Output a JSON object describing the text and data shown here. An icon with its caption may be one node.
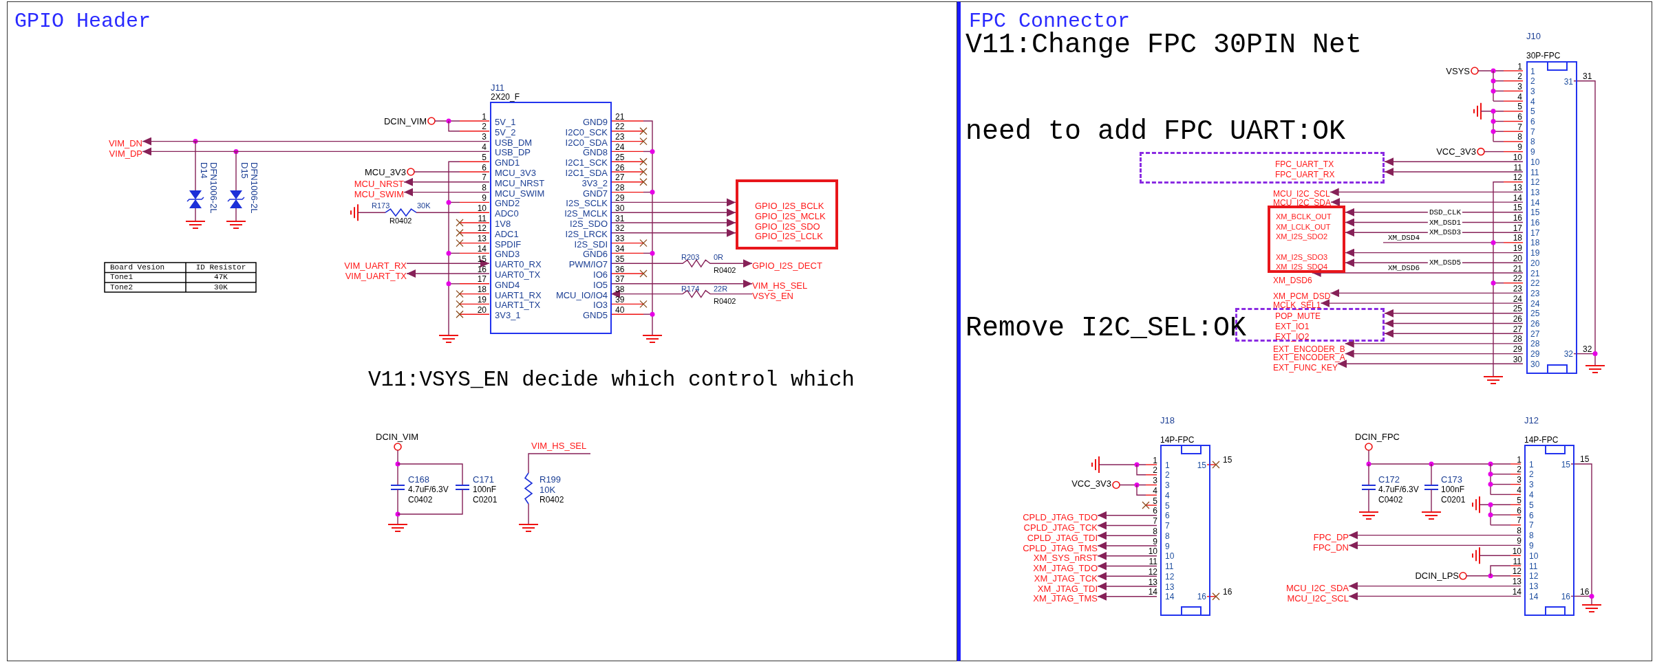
{
  "diagram": {
    "nodes": [
      {
        "text": [
          "GPIO Header"
        ]
      },
      {
        "text": [
          "FPC Connector"
        ]
      },
      {
        "text": [
          "J11",
          "2X20_F",
          "5V_1",
          "5V_2",
          "USB_DM",
          "USB_DP",
          "GND1",
          "MCU_3V3",
          "MCU_NRST",
          "MCU_SWIM",
          "GND2",
          "ADC0",
          "1V8",
          "ADC1",
          "SPDIF",
          "GND3",
          "UART0_RX",
          "UART0_TX",
          "GND4",
          "UART1_RX",
          "UART1_TX",
          "3V3_1",
          "GND9",
          "I2C0_SCK",
          "I2C0_SDA",
          "GND8",
          "I2C1_SCK",
          "I2C1_SDA",
          "3V3_2",
          "GND7",
          "I2S_SCLK",
          "I2S_MCLK",
          "I2S_SDO",
          "I2S_LRCK",
          "I2S_SDI",
          "GND6",
          "PWM/IO7",
          "IO6",
          "IO5",
          "MCU_IO/IO4",
          "IO3",
          "GND5"
        ],
        "in": 0,
        "beside": [
          "1",
          "2",
          "3",
          "4",
          "5",
          "6",
          "7",
          "8",
          "9",
          "10",
          "11",
          "12",
          "13",
          "14",
          "15",
          "16",
          "17",
          "18",
          "19",
          "20",
          "21",
          "22",
          "23",
          "24",
          "25",
          "26",
          "27",
          "28",
          "29",
          "30",
          "31",
          "32",
          "33",
          "34",
          "35",
          "36",
          "37",
          "38",
          "39",
          "40"
        ]
      },
      {
        "text": [
          "GPIO_I2S_BCLK",
          "GPIO_I2S_MCLK",
          "GPIO_I2S_SDO",
          "GPIO_I2S_LCLK"
        ],
        "in": 0
      },
      {
        "text": [
          "J10",
          "30P-FPC",
          "1",
          "2",
          "3",
          "4",
          "5",
          "6",
          "7",
          "8",
          "9",
          "10",
          "11",
          "12",
          "13",
          "14",
          "15",
          "16",
          "17",
          "18",
          "19",
          "20",
          "21",
          "22",
          "23",
          "24",
          "25",
          "26",
          "27",
          "28",
          "29",
          "30",
          "31",
          "32"
        ],
        "in": 1,
        "beside": [
          "1",
          "2",
          "3",
          "4",
          "5",
          "6",
          "7",
          "8",
          "9",
          "10",
          "11",
          "12",
          "13",
          "14",
          "15",
          "16",
          "17",
          "18",
          "19",
          "20",
          "21",
          "22",
          "23",
          "24",
          "25",
          "26",
          "27",
          "28",
          "29",
          "30",
          "31",
          "32"
        ]
      },
      {
        "text": [
          "FPC_UART_TX",
          "FPC_UART_RX"
        ],
        "in": 1
      },
      {
        "text": [
          "XM_BCLK_OUT",
          "XM_LCLK_OUT",
          "XM_I2S_SDO2",
          "XM_I2S_SDO3",
          "XM_I2S_SDO4"
        ],
        "in": 1
      },
      {
        "text": [
          "POP_MUTE",
          "EXT_IO1",
          "EXT_IO2"
        ],
        "in": 1
      },
      {
        "text": [
          "J18",
          "14P-FPC",
          "1",
          "2",
          "3",
          "4",
          "5",
          "6",
          "7",
          "8",
          "9",
          "10",
          "11",
          "12",
          "13",
          "14",
          "15",
          "16"
        ],
        "in": 1,
        "beside": [
          "1",
          "2",
          "3",
          "4",
          "5",
          "6",
          "7",
          "8",
          "9",
          "10",
          "11",
          "12",
          "13",
          "14",
          "15",
          "16"
        ]
      },
      {
        "text": [
          "J12",
          "14P-FPC",
          "1",
          "2",
          "3",
          "4",
          "5",
          "6",
          "7",
          "8",
          "9",
          "10",
          "11",
          "12",
          "13",
          "14",
          "15",
          "16"
        ],
        "in": 1,
        "beside": [
          "1",
          "2",
          "3",
          "4",
          "5",
          "6",
          "7",
          "8",
          "9",
          "10",
          "11",
          "12",
          "13",
          "14",
          "15",
          "16"
        ]
      },
      {
        "text": [
          "VIM_DN"
        ],
        "in": 0
      },
      {
        "text": [
          "VIM_DP"
        ],
        "in": 0
      },
      {
        "text": [
          "MCU_NRST"
        ],
        "in": 0
      },
      {
        "text": [
          "MCU_SWIM"
        ],
        "in": 0
      },
      {
        "text": [
          "VIM_UART_RX"
        ],
        "in": 0
      },
      {
        "text": [
          "VIM_UART_TX"
        ],
        "in": 0
      },
      {
        "text": [
          "GPIO_I2S_DECT"
        ],
        "in": 0
      },
      {
        "text": [
          "VIM_HS_SEL"
        ],
        "in": 0
      },
      {
        "text": [
          "VSYS_EN"
        ],
        "in": 0
      },
      {
        "text": [
          "MCU_I2C_SCL"
        ],
        "in": 1
      },
      {
        "text": [
          "MCU_I2C_SDA"
        ],
        "in": 1
      },
      {
        "text": [
          "XM_DSD6"
        ],
        "in": 1
      },
      {
        "text": [
          "XM_PCM_DSD"
        ],
        "in": 1
      },
      {
        "text": [
          "MCLK_SEL1"
        ],
        "in": 1
      },
      {
        "text": [
          "EXT_ENCODER_B"
        ],
        "in": 1
      },
      {
        "text": [
          "EXT_ENCODER_A"
        ],
        "in": 1
      },
      {
        "text": [
          "EXT_FUNC_KEY"
        ],
        "in": 1
      },
      {
        "text": [
          "CPLD_JTAG_TDO"
        ],
        "in": 1
      },
      {
        "text": [
          "CPLD_JTAG_TCK"
        ],
        "in": 1
      },
      {
        "text": [
          "CPLD_JTAG_TDI"
        ],
        "in": 1
      },
      {
        "text": [
          "CPLD_JTAG_TMS"
        ],
        "in": 1
      },
      {
        "text": [
          "XM_SYS_nRST"
        ],
        "in": 1
      },
      {
        "text": [
          "XM_JTAG_TDO"
        ],
        "in": 1
      },
      {
        "text": [
          "XM_JTAG_TCK"
        ],
        "in": 1
      },
      {
        "text": [
          "XM_JTAG_TDI"
        ],
        "in": 1
      },
      {
        "text": [
          "XM_JTAG_TMS"
        ],
        "in": 1
      },
      {
        "text": [
          "FPC_DP"
        ],
        "in": 1
      },
      {
        "text": [
          "FPC_DN"
        ],
        "in": 1
      },
      {
        "text": [
          "MCU_I2C_SDA"
        ],
        "in": 1
      },
      {
        "text": [
          "MCU_I2C_SCL"
        ],
        "in": 1
      }
    ],
    "edges": [
      {
        "from": 2,
        "to": 3,
        "arrow": "to"
      },
      {
        "from": 2,
        "to": 3,
        "arrow": "to"
      },
      {
        "from": 2,
        "to": 3,
        "arrow": "to"
      },
      {
        "from": 2,
        "to": 3,
        "arrow": "to"
      },
      {
        "from": 4,
        "to": 5,
        "arrow": "to"
      },
      {
        "from": 4,
        "to": 5,
        "arrow": "to"
      },
      {
        "from": 4,
        "to": 6,
        "arrow": "to",
        "label": "DSD_CLK"
      },
      {
        "from": 4,
        "to": 6,
        "arrow": "to",
        "label": "XM_DSD1"
      },
      {
        "from": 4,
        "to": 6,
        "arrow": "to",
        "label": "XM_DSD3"
      },
      {
        "from": 4,
        "to": 6,
        "arrow": "to"
      },
      {
        "from": 4,
        "to": 6,
        "arrow": "to",
        "label": "XM_DSD5"
      },
      {
        "from": 4,
        "to": 7,
        "arrow": "to"
      },
      {
        "from": 4,
        "to": 7,
        "arrow": "to"
      },
      {
        "from": 4,
        "to": 7,
        "arrow": "to"
      },
      {
        "from": 2,
        "to": 10,
        "arrow": "to"
      },
      {
        "from": 2,
        "to": 11,
        "arrow": "to"
      },
      {
        "from": 2,
        "to": 12,
        "arrow": "to"
      },
      {
        "from": 2,
        "to": 13,
        "arrow": "to"
      },
      {
        "from": 14,
        "to": 2,
        "arrow": "to"
      },
      {
        "from": 2,
        "to": 15,
        "arrow": "to"
      },
      {
        "from": 2,
        "to": 16,
        "arrow": "to"
      },
      {
        "from": 2,
        "to": 17,
        "arrow": "to"
      },
      {
        "from": 18,
        "to": 2,
        "arrow": "to"
      },
      {
        "from": 4,
        "to": 19,
        "arrow": "to"
      },
      {
        "from": 4,
        "to": 20,
        "arrow": "to"
      },
      {
        "from": 4,
        "to": 21,
        "arrow": "to"
      },
      {
        "from": 4,
        "to": 22,
        "arrow": "to"
      },
      {
        "from": 4,
        "to": 23,
        "arrow": "to"
      },
      {
        "from": 4,
        "to": 24,
        "arrow": "to"
      },
      {
        "from": 4,
        "to": 25,
        "arrow": "to"
      },
      {
        "from": 4,
        "to": 26,
        "arrow": "to"
      },
      {
        "from": 8,
        "to": 27,
        "arrow": "to"
      },
      {
        "from": 8,
        "to": 28,
        "arrow": "to"
      },
      {
        "from": 8,
        "to": 29,
        "arrow": "to"
      },
      {
        "from": 8,
        "to": 30,
        "arrow": "to"
      },
      {
        "from": 8,
        "to": 31,
        "arrow": "to"
      },
      {
        "from": 8,
        "to": 32,
        "arrow": "to"
      },
      {
        "from": 8,
        "to": 33,
        "arrow": "to"
      },
      {
        "from": 8,
        "to": 34,
        "arrow": "to"
      },
      {
        "from": 8,
        "to": 35,
        "arrow": "to"
      },
      {
        "from": 9,
        "to": 36,
        "arrow": "to"
      },
      {
        "from": 9,
        "to": 37,
        "arrow": "to"
      },
      {
        "from": 9,
        "to": 38,
        "arrow": "to"
      },
      {
        "from": 9,
        "to": 39,
        "arrow": "to"
      }
    ],
    "labels": [
      "DCIN_VIM",
      "D14",
      "DFN1006-2L",
      "D15",
      "DFN1006-2L",
      "MCU_3V3",
      "R173",
      "30K",
      "R0402",
      "Board Vesion",
      "ID Resistor",
      "Tone1",
      "47K",
      "Tone2",
      "30K",
      "R203",
      "0R",
      "R0402",
      "R174",
      "22R",
      "R0402",
      "V11:VSYS_EN decide which control which",
      "DCIN_VIM",
      "C168",
      "4.7uF/6.3V",
      "C0402",
      "C171",
      "100nF",
      "C0201",
      "VIM_HS_SEL",
      "R199",
      "10K",
      "R0402",
      "V11:Change FPC 30PIN Net",
      "need to add FPC UART:OK",
      "Remove I2C_SEL:OK",
      "VSYS",
      "VCC_3V3",
      "XM_DSD4",
      "XM_DSD6",
      "VCC_3V3",
      "DCIN_FPC",
      "C172",
      "4.7uF/6.3V",
      "C0402",
      "C173",
      "100nF",
      "C0201",
      "DCIN_LPS"
    ]
  }
}
